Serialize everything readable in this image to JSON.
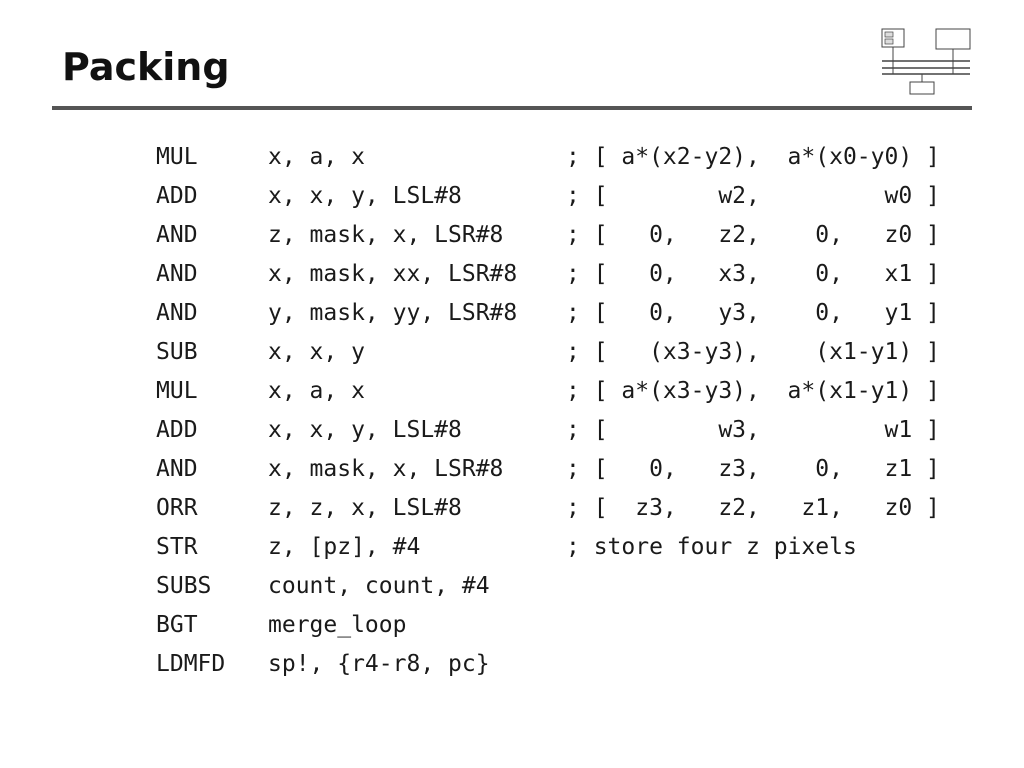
{
  "slide": {
    "title": "Packing"
  },
  "code": [
    {
      "op": "MUL",
      "args": "x, a, x",
      "comment": "; [ a*(x2-y2),  a*(x0-y0) ]"
    },
    {
      "op": "ADD",
      "args": "x, x, y, LSL#8",
      "comment": "; [        w2,         w0 ]"
    },
    {
      "op": "AND",
      "args": "z, mask, x, LSR#8",
      "comment": "; [   0,   z2,    0,   z0 ]"
    },
    {
      "op": "AND",
      "args": "x, mask, xx, LSR#8",
      "comment": "; [   0,   x3,    0,   x1 ]"
    },
    {
      "op": "AND",
      "args": "y, mask, yy, LSR#8",
      "comment": "; [   0,   y3,    0,   y1 ]"
    },
    {
      "op": "SUB",
      "args": "x, x, y",
      "comment": "; [   (x3-y3),    (x1-y1) ]"
    },
    {
      "op": "MUL",
      "args": "x, a, x",
      "comment": "; [ a*(x3-y3),  a*(x1-y1) ]"
    },
    {
      "op": "ADD",
      "args": "x, x, y, LSL#8",
      "comment": "; [        w3,         w1 ]"
    },
    {
      "op": "AND",
      "args": "x, mask, x, LSR#8",
      "comment": "; [   0,   z3,    0,   z1 ]"
    },
    {
      "op": "ORR",
      "args": "z, z, x, LSL#8",
      "comment": "; [  z3,   z2,   z1,   z0 ]"
    },
    {
      "op": "STR",
      "args": "z, [pz], #4",
      "comment": "; store four z pixels"
    },
    {
      "op": "SUBS",
      "args": "count, count, #4",
      "comment": ""
    },
    {
      "op": "BGT",
      "args": "merge_loop",
      "comment": ""
    },
    {
      "op": "LDMFD",
      "args": "sp!, {r4-r8, pc}",
      "comment": ""
    }
  ],
  "colors": {
    "rule": "#555555",
    "text": "#1a1a1a"
  },
  "logo": {
    "icon": "computer-architecture-diagram-icon"
  }
}
